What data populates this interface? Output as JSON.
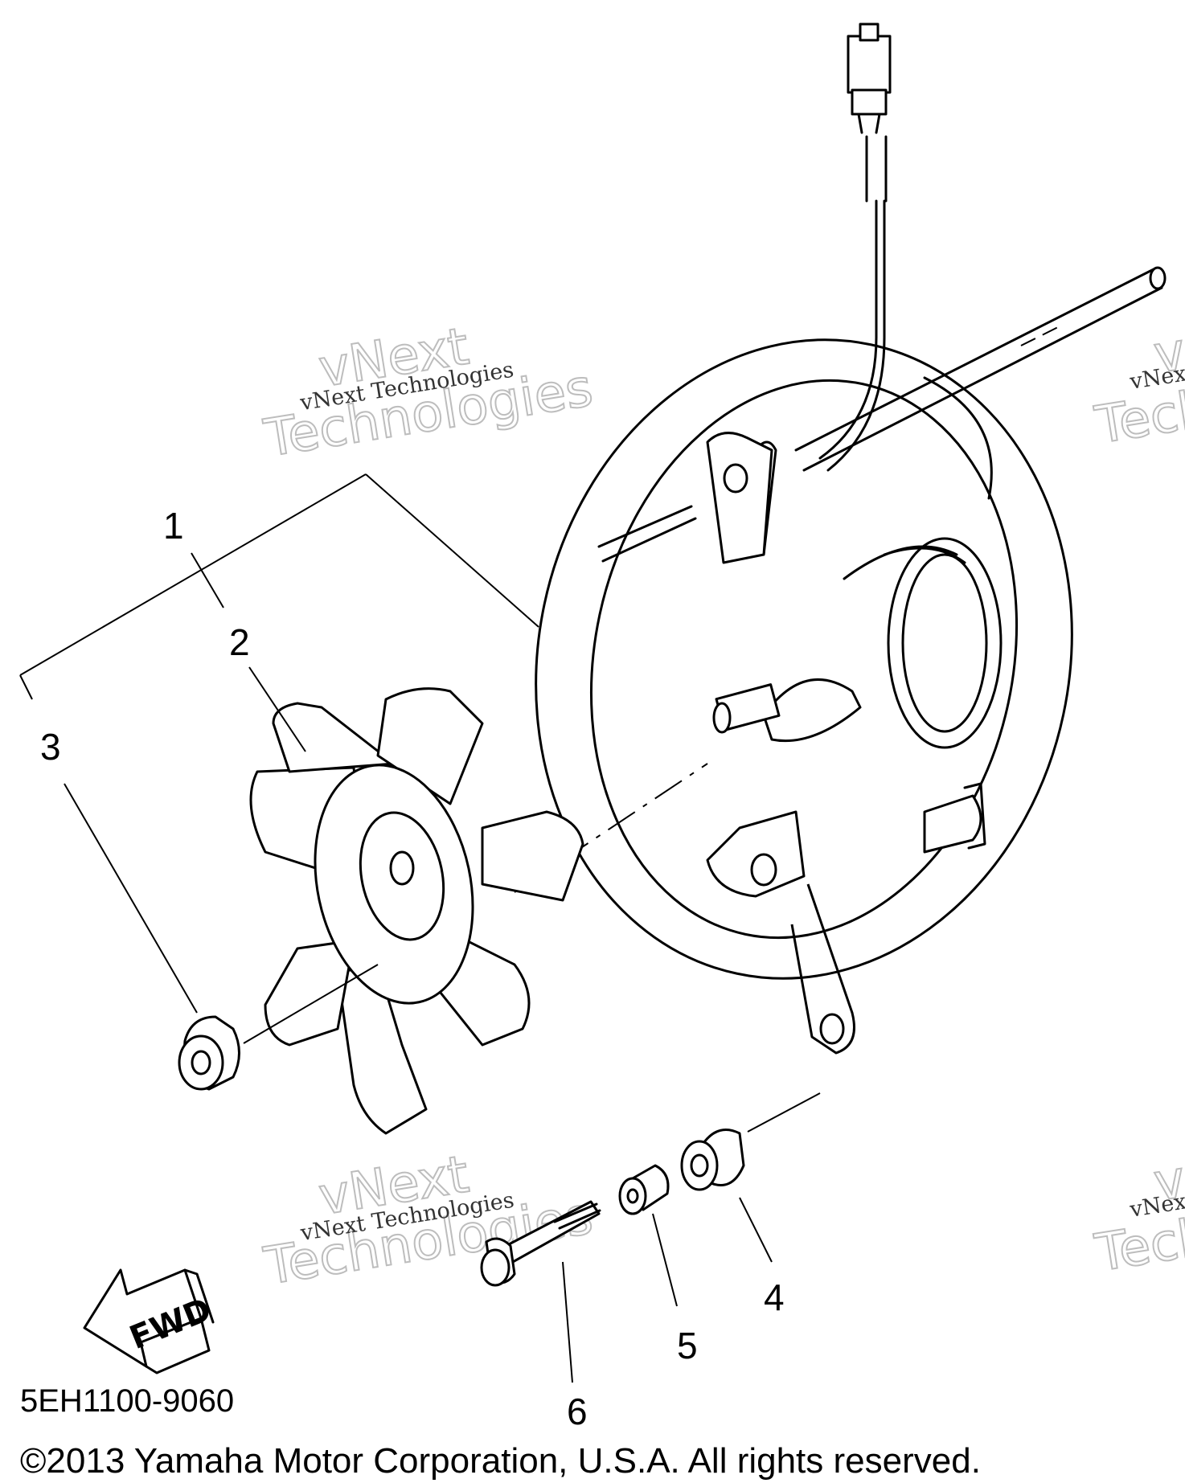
{
  "diagram": {
    "callouts": [
      "1",
      "2",
      "3",
      "4",
      "5",
      "6"
    ],
    "watermark": {
      "brand_top": "vNext",
      "brand_bottom": "Technologies",
      "small": "vNext Technologies"
    },
    "direction_label": "FWD",
    "part_code": "5EH1100-9060",
    "copyright": "©2013 Yamaha Motor Corporation, U.S.A. All rights reserved."
  }
}
